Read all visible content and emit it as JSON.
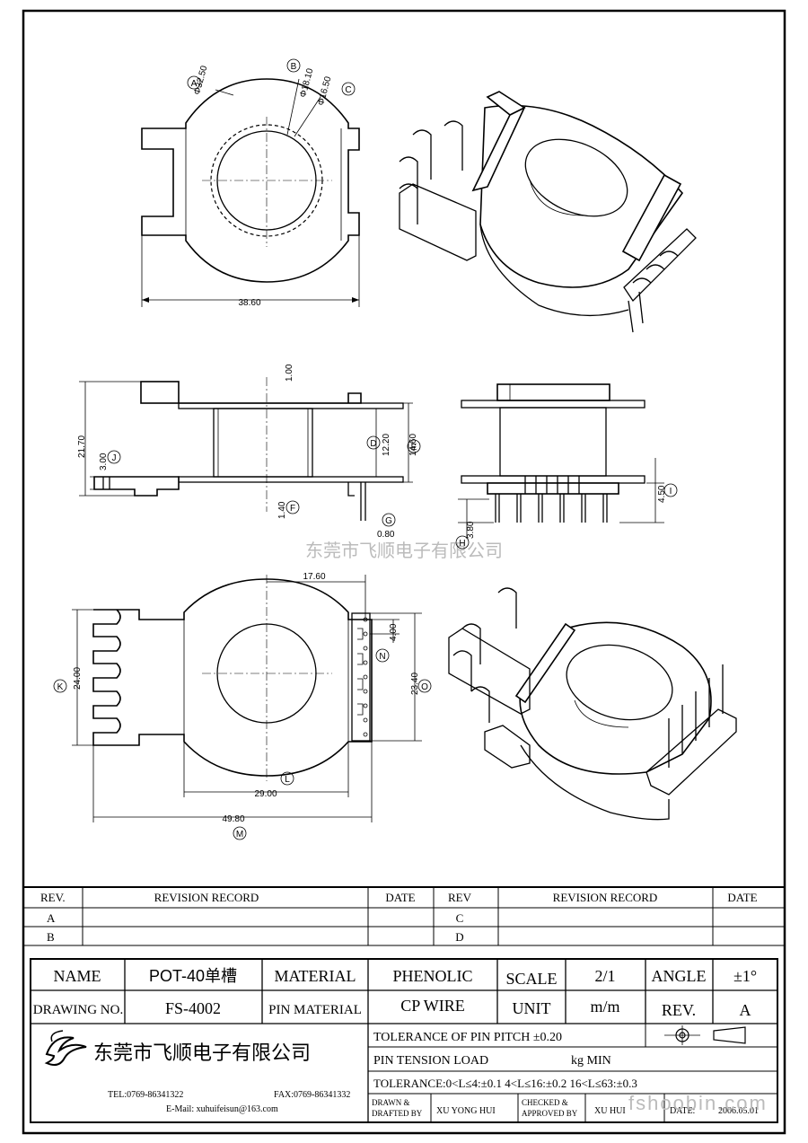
{
  "watermark": "东莞市飞顺电子有限公司",
  "site_watermark": "fshoobin.com",
  "dimensions": {
    "d_a": "Φ32.50",
    "d_b": "Φ18.10",
    "d_c": "Φ16.50",
    "w_top": "38.60",
    "h_total": "21.70",
    "h_base": "3.00",
    "t_top": "1.00",
    "t_bot": "1.40",
    "h_inner": "12.20",
    "h_outer": "14.60",
    "pin_w": "0.80",
    "pin_len": "4.50",
    "pin_h": "3.80",
    "w_inner": "17.60",
    "pitch": "4.00",
    "h_side": "24.00",
    "h_right": "23.40",
    "w_mid": "29.00",
    "w_total": "49.80"
  },
  "callouts": [
    "A",
    "B",
    "C",
    "D",
    "E",
    "F",
    "G",
    "H",
    "I",
    "J",
    "K",
    "L",
    "M",
    "N",
    "O"
  ],
  "revision_table": {
    "headers": [
      "REV.",
      "REVISION RECORD",
      "DATE",
      "REV",
      "REVISION RECORD",
      "DATE"
    ],
    "rows": [
      [
        "A",
        "",
        "",
        "C",
        "",
        ""
      ],
      [
        "B",
        "",
        "",
        "D",
        "",
        ""
      ]
    ]
  },
  "title_block": {
    "name_label": "NAME",
    "name_value": "POT-40单槽",
    "material_label": "MATERIAL",
    "material_value": "PHENOLIC",
    "scale_label": "SCALE",
    "scale_value": "2/1",
    "angle_label": "ANGLE",
    "angle_value": "±1°",
    "drawing_no_label": "DRAWING NO.",
    "drawing_no_value": "FS-4002",
    "pin_material_label": "PIN MATERIAL",
    "pin_material_value": "CP WIRE",
    "unit_label": "UNIT",
    "unit_value": "m/m",
    "rev_label": "REV.",
    "rev_value": "A",
    "company": "东莞市飞顺电子有限公司",
    "tel": "TEL:0769-86341322",
    "fax": "FAX:0769-86341332",
    "email": "E-Mail: xuhuifeisun@163.com",
    "tolerance_pitch": "TOLERANCE OF PIN PITCH ±0.20",
    "pin_tension": "PIN TENSION  LOAD",
    "pin_tension_unit": "kg MIN",
    "tolerance": "TOLERANCE:0<L≤4:±0.1   4<L≤16:±0.2   16<L≤63:±0.3",
    "drawn_label_1": "DRAWN &",
    "drawn_label_2": "DRAFTED BY",
    "drawn_value": "XU YONG HUI",
    "checked_label_1": "CHECKED &",
    "checked_label_2": "APPROVED BY",
    "checked_value": "XU  HUI",
    "date_label": "DATE:",
    "date_value": "2006.05.01"
  }
}
